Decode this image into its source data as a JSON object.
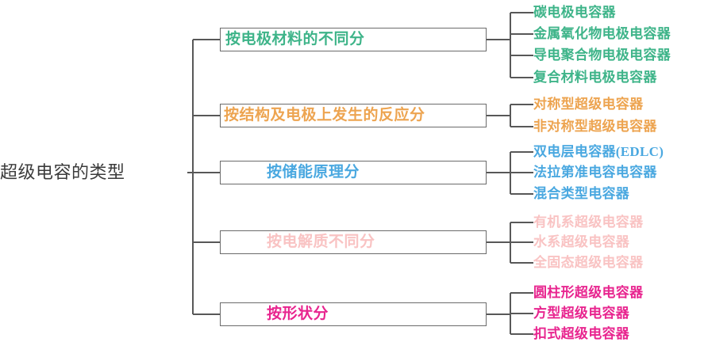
{
  "diagram": {
    "title": "超级电容的类型",
    "root": {
      "label": "超级电容的类型",
      "color": "#3b3b3b"
    },
    "line_color": "#585858",
    "box_border_color": "#6b6b6b",
    "branches": [
      {
        "label": "按电极材料的不同分",
        "color": "#3eb489",
        "leaves": [
          "碳电极电容器",
          "金属氧化物电极电容器",
          "导电聚合物电极电容器",
          "复合材料电极电容器"
        ]
      },
      {
        "label": "按结构及电极上发生的反应分",
        "color": "#eda450",
        "leaves": [
          "对称型超级电容器",
          "非对称型超级电容器"
        ]
      },
      {
        "label": "按储能原理分",
        "color": "#4aa8e0",
        "leaves": [
          "双电层电容器(EDLC)",
          "法拉第准电容电容器",
          "混合类型电容器"
        ]
      },
      {
        "label": "按电解质不同分",
        "color": "#f9c3c3",
        "leaves": [
          "有机系超级电容器",
          "水系超级电容器",
          "全固态超级电容器"
        ]
      },
      {
        "label": "按形状分",
        "color": "#e8258f",
        "leaves": [
          "圆柱形超级电容器",
          "方型超级电容器",
          "扣式超级电容器"
        ]
      }
    ]
  }
}
